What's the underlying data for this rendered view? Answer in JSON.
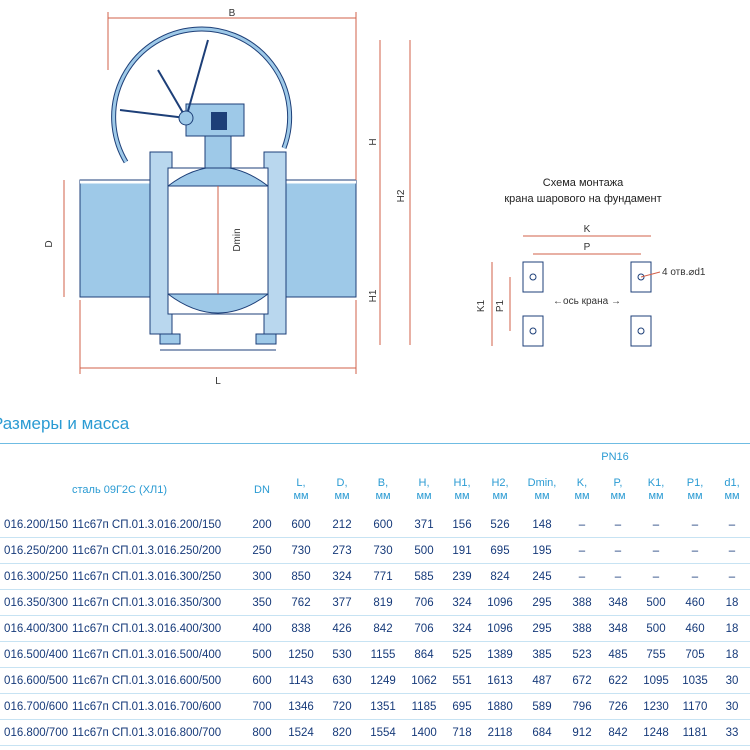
{
  "drawing": {
    "dim_labels": {
      "B": "B",
      "H": "H",
      "H2": "H2",
      "D": "D",
      "Dmin": "Dmin",
      "H1": "H1",
      "L": "L"
    },
    "schema": {
      "title_line1": "Схема монтажа",
      "title_line2": "крана шарового на фундамент",
      "K": "K",
      "P": "P",
      "K1": "K1",
      "P1": "P1",
      "holes_note": "4 отв.⌀d1",
      "axis_label": "←ось крана →"
    },
    "colors": {
      "body": "#9ec9e8",
      "outline": "#1d3f78",
      "dimension": "#d2604a",
      "accent": "#2b9bd3"
    }
  },
  "section": {
    "title": "Размеры и масса"
  },
  "table": {
    "group_header": "PN16",
    "material_header": "сталь 09Г2С (ХЛ1)",
    "columns": [
      {
        "line1": "DN",
        "line2": ""
      },
      {
        "line1": "L,",
        "line2": "мм"
      },
      {
        "line1": "D,",
        "line2": "мм"
      },
      {
        "line1": "B,",
        "line2": "мм"
      },
      {
        "line1": "H,",
        "line2": "мм"
      },
      {
        "line1": "H1,",
        "line2": "мм"
      },
      {
        "line1": "H2,",
        "line2": "мм"
      },
      {
        "line1": "Dmin,",
        "line2": "мм"
      },
      {
        "line1": "K,",
        "line2": "мм"
      },
      {
        "line1": "P,",
        "line2": "мм"
      },
      {
        "line1": "K1,",
        "line2": "мм"
      },
      {
        "line1": "P1,",
        "line2": "мм"
      },
      {
        "line1": "d1,",
        "line2": "мм"
      }
    ],
    "rows": [
      {
        "code": "016.200/150",
        "designation": "11с67п СП.01.3.016.200/150",
        "values": [
          "200",
          "600",
          "212",
          "600",
          "371",
          "156",
          "526",
          "148",
          "–",
          "–",
          "–",
          "–",
          "–"
        ]
      },
      {
        "code": "016.250/200",
        "designation": "11с67п СП.01.3.016.250/200",
        "values": [
          "250",
          "730",
          "273",
          "730",
          "500",
          "191",
          "695",
          "195",
          "–",
          "–",
          "–",
          "–",
          "–"
        ]
      },
      {
        "code": "016.300/250",
        "designation": "11с67п СП.01.3.016.300/250",
        "values": [
          "300",
          "850",
          "324",
          "771",
          "585",
          "239",
          "824",
          "245",
          "–",
          "–",
          "–",
          "–",
          "–"
        ]
      },
      {
        "code": "016.350/300",
        "designation": "11с67п СП.01.3.016.350/300",
        "values": [
          "350",
          "762",
          "377",
          "819",
          "706",
          "324",
          "1096",
          "295",
          "388",
          "348",
          "500",
          "460",
          "18"
        ]
      },
      {
        "code": "016.400/300",
        "designation": "11с67п СП.01.3.016.400/300",
        "values": [
          "400",
          "838",
          "426",
          "842",
          "706",
          "324",
          "1096",
          "295",
          "388",
          "348",
          "500",
          "460",
          "18"
        ]
      },
      {
        "code": "016.500/400",
        "designation": "11с67п СП.01.3.016.500/400",
        "values": [
          "500",
          "1250",
          "530",
          "1155",
          "864",
          "525",
          "1389",
          "385",
          "523",
          "485",
          "755",
          "705",
          "18"
        ]
      },
      {
        "code": "016.600/500",
        "designation": "11с67п СП.01.3.016.600/500",
        "values": [
          "600",
          "1143",
          "630",
          "1249",
          "1062",
          "551",
          "1613",
          "487",
          "672",
          "622",
          "1095",
          "1035",
          "30"
        ]
      },
      {
        "code": "016.700/600",
        "designation": "11с67п СП.01.3.016.700/600",
        "values": [
          "700",
          "1346",
          "720",
          "1351",
          "1185",
          "695",
          "1880",
          "589",
          "796",
          "726",
          "1230",
          "1170",
          "30"
        ]
      },
      {
        "code": "016.800/700",
        "designation": "11с67п СП.01.3.016.800/700",
        "values": [
          "800",
          "1524",
          "820",
          "1554",
          "1400",
          "718",
          "2118",
          "684",
          "912",
          "842",
          "1248",
          "1181",
          "33"
        ]
      }
    ]
  }
}
